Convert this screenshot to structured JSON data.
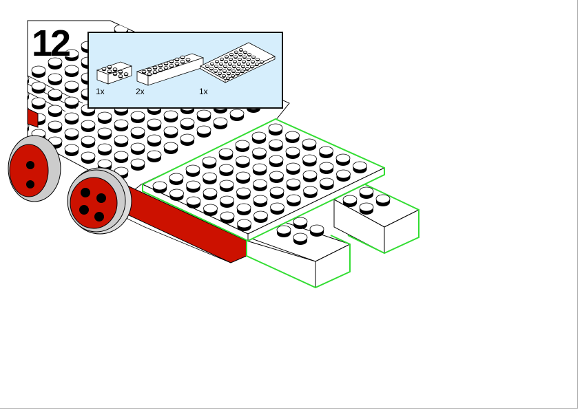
{
  "step": {
    "number": "12"
  },
  "parts_callout": {
    "items": [
      {
        "part": "brick-2x4-white",
        "quantity": "1x"
      },
      {
        "part": "brick-2x8-white",
        "quantity": "2x"
      },
      {
        "part": "plate-6x8-white",
        "quantity": "1x"
      }
    ]
  },
  "colors": {
    "callout_bg": "#d6eefc",
    "highlight": "#33dd33",
    "red": "#cc1100",
    "white": "#ffffff"
  }
}
